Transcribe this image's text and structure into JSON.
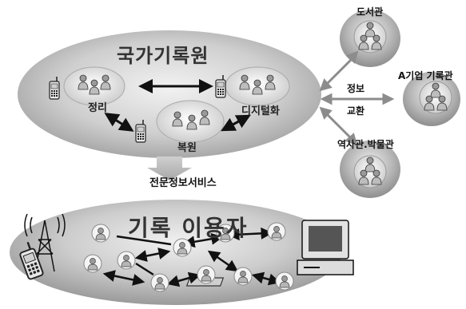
{
  "archive": {
    "title": "국가기록원",
    "nodes": {
      "arrange": "정리",
      "digitize": "디지털화",
      "restore": "복원"
    }
  },
  "partners": {
    "library": "도서관",
    "company": "A기업 기록관",
    "museum": "역사관.박물관",
    "exchange_line1": "정보",
    "exchange_line2": "교환"
  },
  "service": "전문정보서비스",
  "users": {
    "title": "기록 이용자"
  },
  "colors": {
    "ellipse_dark": "#9a9a9a",
    "ellipse_light": "#d8d8d8",
    "arrow": "#8c8c8c",
    "ink": "#111111"
  }
}
